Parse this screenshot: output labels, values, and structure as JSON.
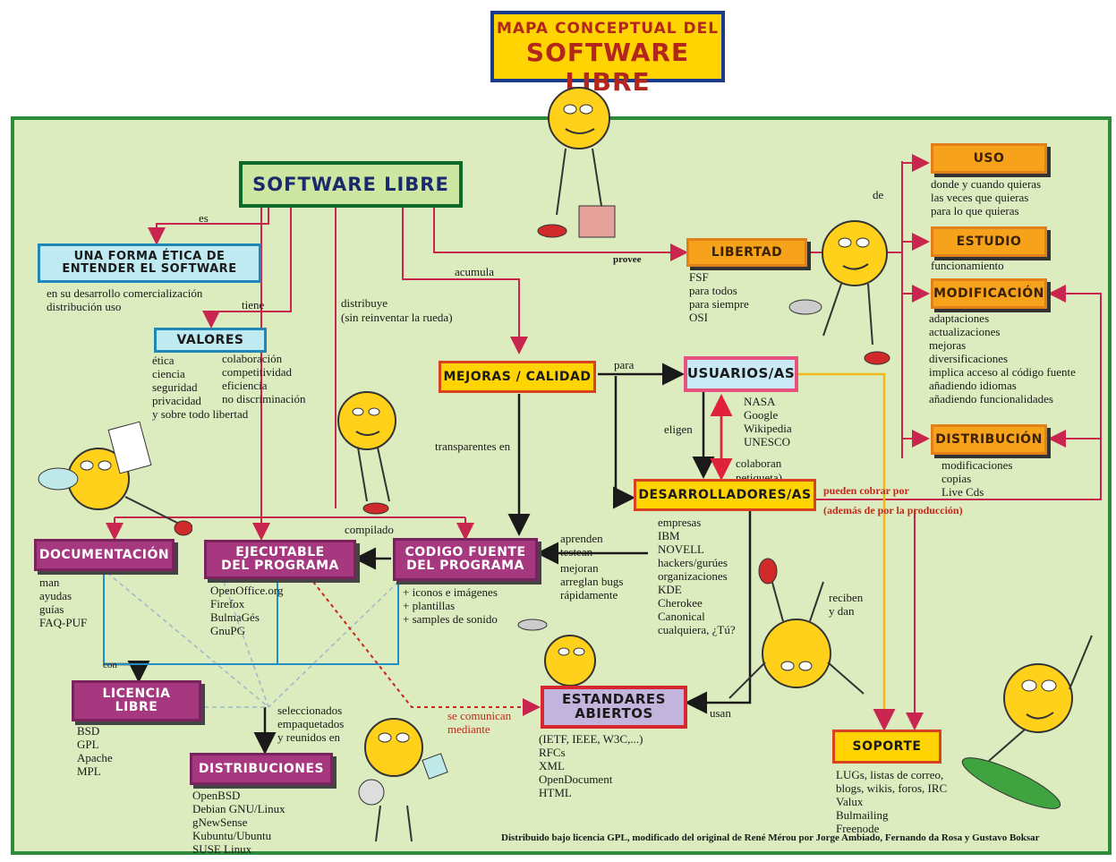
{
  "title": {
    "line1": "MAPA CONCEPTUAL DEL",
    "line2": "SOFTWARE LIBRE"
  },
  "nodes": {
    "software_libre": "SOFTWARE LIBRE",
    "forma_etica": "UNA FORMA ÉTICA DE\nENTENDER EL SOFTWARE",
    "valores": "VALORES",
    "libertad": "LIBERTAD",
    "uso": "USO",
    "estudio": "ESTUDIO",
    "modificacion": "MODIFICACIÓN",
    "distribucion": "DISTRIBUCIÓN",
    "mejoras": "MEJORAS / CALIDAD",
    "usuarios": "USUARIOS/AS",
    "desarrolladores": "DESARROLLADORES/AS",
    "documentacion": "DOCUMENTACIÓN",
    "ejecutable": "EJECUTABLE\nDEL PROGRAMA",
    "codigo_fuente": "CODIGO FUENTE\nDEL PROGRAMA",
    "licencia": "LICENCIA\nLIBRE",
    "estandares": "ESTANDARES\nABIERTOS",
    "distribuciones": "DISTRIBUCIONES",
    "soporte": "SOPORTE"
  },
  "texts": {
    "forma_etica": "en su desarrollo comercialización\ndistribución uso",
    "valores_left": "ética\nciencia\nseguridad\nprivacidad\ny sobre todo libertad",
    "valores_right": "colaboración\ncompetitividad\neficiencia\nno discriminación",
    "libertad": "FSF\npara todos\npara siempre\nOSI",
    "uso": "donde y cuando quieras\nlas veces que quieras\npara lo que quieras",
    "estudio": "funcionamiento",
    "modificacion": "adaptaciones\nactualizaciones\nmejoras\ndiversificaciones\nimplica acceso al código fuente\nañadiendo idiomas\nañadiendo funcionalidades",
    "distribucion": "modificaciones\ncopias\nLive Cds",
    "usuarios": "NASA\nGoogle\nWikipedia\nUNESCO",
    "desarrolladores": "empresas\nIBM\nNOVELL\nhackers/gurúes\norganizaciones\nKDE\nCherokee\nCanonical\ncualquiera, ¿Tú?",
    "documentacion": "man\nayudas\nguías\nFAQ-PUF",
    "ejecutable": "OpenOffice.org\nFirefox\nBulmaGés\nGnuPG",
    "codigo_fuente": "+ iconos e imágenes\n+ plantillas\n+ samples de sonido",
    "licencia": "BSD\nGPL\nApache\nMPL",
    "estandares": "(IETF, IEEE, W3C,...)\nRFCs\nXML\nOpenDocument\nHTML",
    "distribuciones": "OpenBSD\nDebian GNU/Linux\ngNewSense\nKubuntu/Ubuntu\nSUSE Linux",
    "soporte": "LUGs, listas de correo,\nblogs, wikis, foros, IRC\nValux\nBulmailing\nFreenode"
  },
  "labels": {
    "es": "es",
    "tiene": "tiene",
    "distribuye": "distribuye\n(sin reinventar la rueda)",
    "acumula": "acumula",
    "provee": "provee",
    "de": "de",
    "para": "para",
    "eligen": "eligen",
    "colaboran": "colaboran\nnetiqueta)",
    "pueden_cobrar": "pueden cobrar por",
    "ademas": "(además de por la producción)",
    "transparentes": "transparentes en",
    "compilado": "compilado",
    "aprenden": "aprenden\ntestean",
    "mejoran": "mejoran\narreglan bugs\nrápidamente",
    "reciben": "reciben\ny dan",
    "usan": "usan",
    "con": "con",
    "seleccionados": "seleccionados\nempaquetados\ny reunidos en",
    "se_comunican": "se comunican\nmediante"
  },
  "credit": "Distribuido bajo licencia GPL, modificado del original de René Mérou por Jorge Ambiado, Fernando da Rosa y Gustavo Boksar",
  "colors": {
    "board": "#dcecbf",
    "border": "#2e8b3a",
    "link_red": "#c8264f",
    "link_black": "#1a1a1a",
    "link_blue": "#1f8fc4",
    "link_orange": "#f2b81a"
  }
}
